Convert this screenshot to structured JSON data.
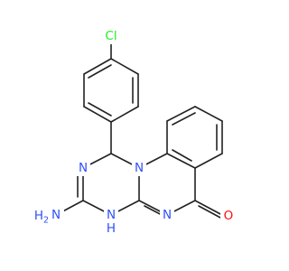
{
  "colors": {
    "bond": "#222222",
    "nitrogen": "#3050f8",
    "oxygen": "#ff0d0d",
    "chlorine": "#1ff01f",
    "background": "#ffffff"
  },
  "atoms": {
    "cl": "Cl",
    "n_ring_upper": "N",
    "n_fused": "N",
    "n_quinazoline": "N",
    "nh_ring": "N",
    "nh_ring_h": "H",
    "amine_h": "H",
    "amine_n": "N",
    "oxygen": "O"
  }
}
